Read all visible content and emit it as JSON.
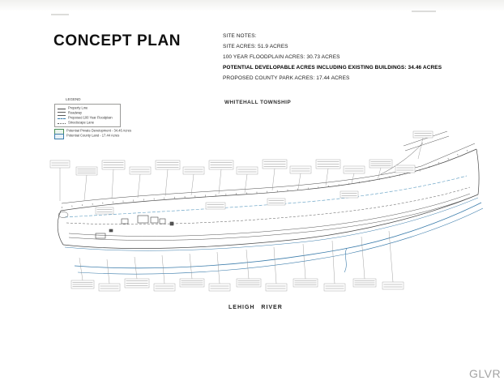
{
  "page": {
    "title": "CONCEPT PLAN",
    "watermark": "GLVR"
  },
  "site_notes": {
    "heading": "SITE NOTES:",
    "lines": [
      {
        "text": "SITE ACRES: 51.9 ACRES",
        "emphasis": "normal"
      },
      {
        "text": "100 YEAR FLOODPLAIN ACRES: 30.73 ACRES",
        "emphasis": "normal"
      },
      {
        "text": "POTENTIAL DEVELOPABLE ACRES INCLUDING EXISTING BUILDINGS: 34.46 ACRES",
        "emphasis": "bold"
      },
      {
        "text": "PROPOSED COUNTY PARK ACRES: 17.44 ACRES",
        "emphasis": "normal"
      }
    ]
  },
  "labels": {
    "township": "WHITEHALL TOWNSHIP",
    "river": "LEHIGH RIVER"
  },
  "legend": {
    "title": "LEGEND",
    "items": [
      {
        "label": "Property Line",
        "swatch": "solid-line"
      },
      {
        "label": "Roadway",
        "swatch": "double-line"
      },
      {
        "label": "Proposed 100 Year Floodplain",
        "swatch": "dashed-blue-line"
      },
      {
        "label": "Streetscape Lane",
        "swatch": "dash-dot-line"
      },
      {
        "label": "Potential Private Development - 34.46 Acres",
        "swatch": "green-box"
      },
      {
        "label": "Potential County Land - 17.44 Acres",
        "swatch": "teal-box"
      }
    ]
  },
  "colors": {
    "ink": "#3a3a3a",
    "river_blue": "#3b7cab",
    "floodplain_blue": "#6fa7c8",
    "watermark_gray": "#a3a3a3"
  }
}
